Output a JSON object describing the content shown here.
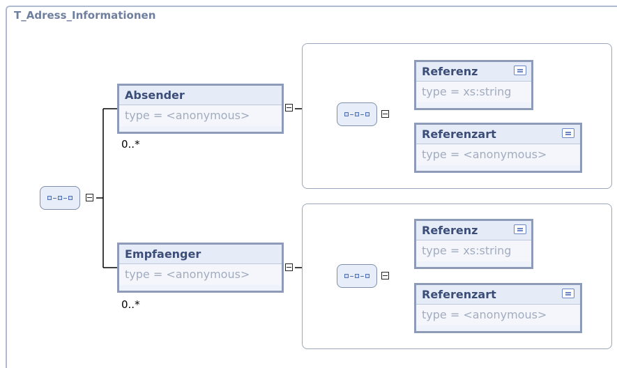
{
  "diagram": {
    "title": "T_Adress_Informationen",
    "root_sequence_icon": "sequence-icon",
    "elements": [
      {
        "name": "Absender",
        "type": "type = <anonymous>",
        "occurrence": "0..*",
        "children": [
          {
            "name": "Referenz",
            "type": "type = xs:string",
            "icon": "documentation-icon"
          },
          {
            "name": "Referenzart",
            "type": "type = <anonymous>",
            "icon": "documentation-icon"
          }
        ]
      },
      {
        "name": "Empfaenger",
        "type": "type = <anonymous>",
        "occurrence": "0..*",
        "children": [
          {
            "name": "Referenz",
            "type": "type = xs:string",
            "icon": "documentation-icon"
          },
          {
            "name": "Referenzart",
            "type": "type = <anonymous>",
            "icon": "documentation-icon"
          }
        ]
      }
    ],
    "colors": {
      "frame": "#aebad0",
      "element_border": "#8d9bb8",
      "element_name": "#3c4d78",
      "type_text": "#a2acbf",
      "title": "#6f7f9e"
    }
  }
}
